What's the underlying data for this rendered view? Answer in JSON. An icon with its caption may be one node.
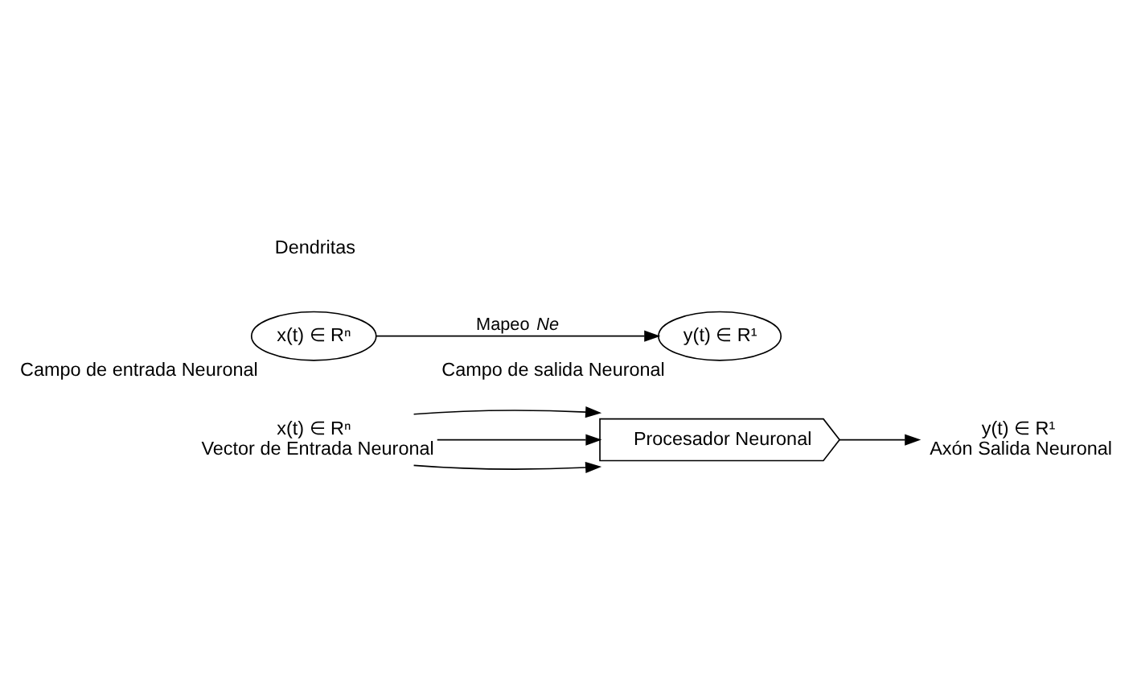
{
  "diagram": {
    "nodes": [
      {
        "text": [
          "x(t) ∈ Rⁿ",
          "Vector de Entrada Neuronal"
        ]
      },
      {
        "text": [
          "Procesador Neuronal"
        ]
      },
      {
        "text": [
          "y(t) ∈ R¹",
          "Axón Salida Neuronal"
        ]
      },
      {
        "text": [
          "x(t) ∈ Rⁿ"
        ],
        "beside": [
          "Campo de entrada Neuronal"
        ]
      },
      {
        "text": [
          "y(t) ∈ R¹"
        ],
        "beside": [
          "Campo de salida Neuronal"
        ]
      }
    ],
    "edges": [
      {
        "from": 0,
        "to": 1,
        "arrow": "to"
      },
      {
        "from": 0,
        "to": 1,
        "arrow": "to"
      },
      {
        "from": 0,
        "to": 1,
        "arrow": "to"
      },
      {
        "from": 1,
        "to": 2,
        "arrow": "to"
      },
      {
        "from": 3,
        "to": 4,
        "arrow": "to",
        "label": "Mapeo *Ne*"
      }
    ],
    "labels": [
      "Dendritas"
    ]
  }
}
